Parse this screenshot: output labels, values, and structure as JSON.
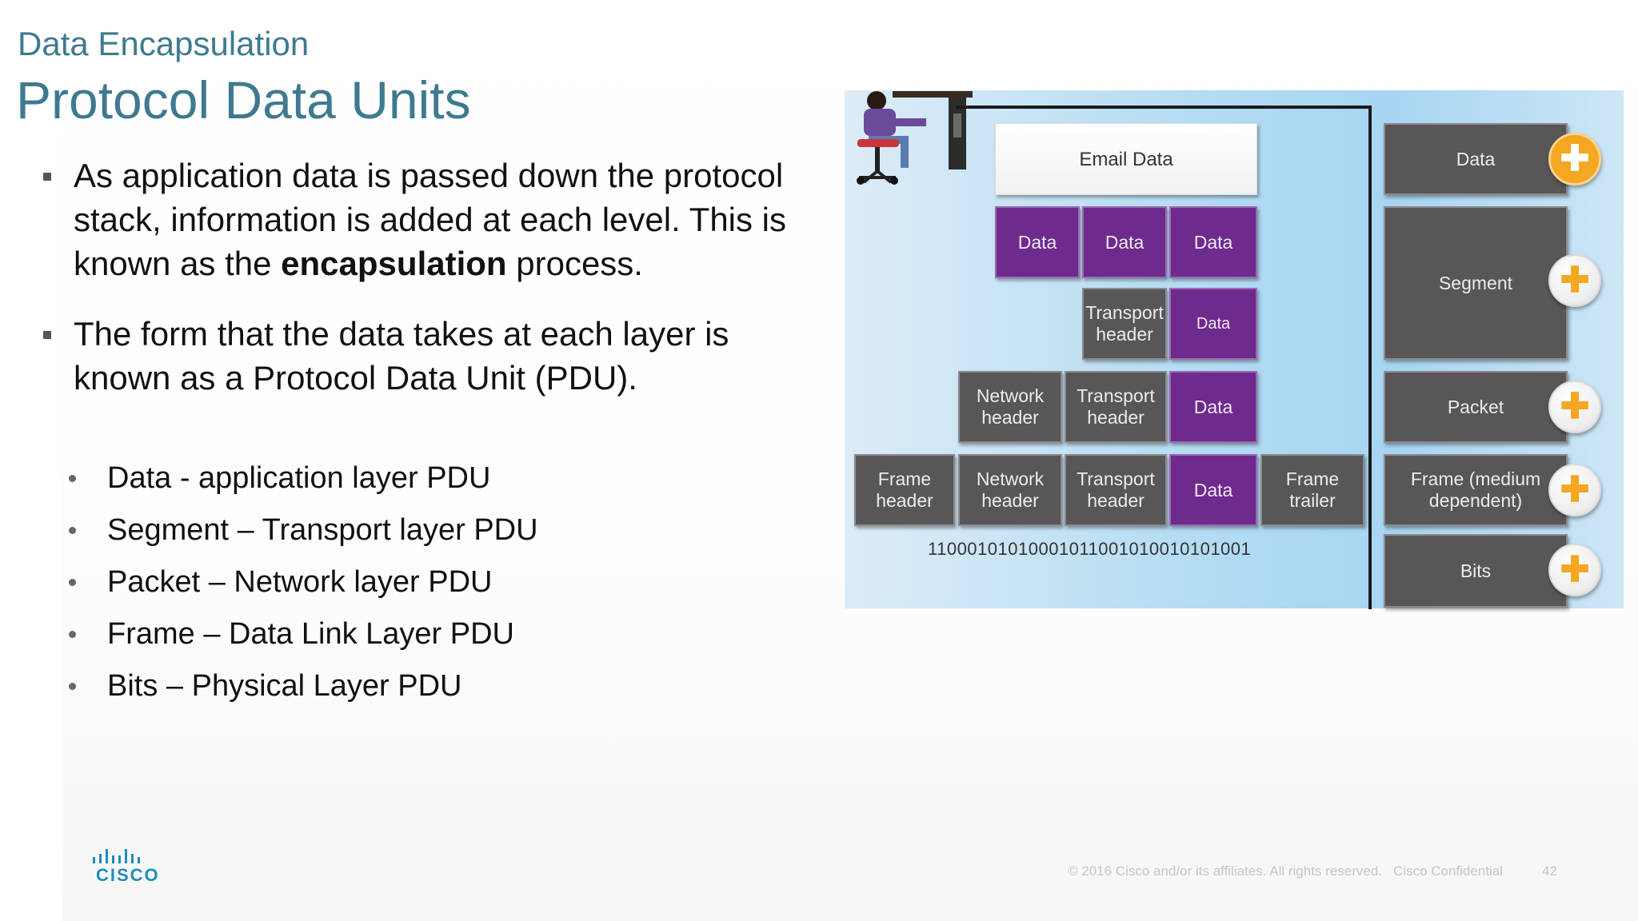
{
  "slide": {
    "subtitle": "Data Encapsulation",
    "title": "Protocol Data Units"
  },
  "bullets": {
    "first": {
      "text_before": "As application data is passed down the protocol stack, information is added at each level. This is known as the ",
      "bold": "encapsulation",
      "text_after": " process."
    },
    "second": "The form that the data takes at each layer is known as a Protocol Data Unit (PDU).",
    "subitems": [
      "Data - application layer PDU",
      "Segment – Transport layer PDU",
      "Packet – Network layer PDU",
      "Frame – Data Link Layer PDU",
      "Bits – Physical Layer PDU"
    ]
  },
  "diagram": {
    "email_data": "Email Data",
    "data": "Data",
    "transport_header": "Transport header",
    "network_header": "Network header",
    "frame_header": "Frame header",
    "frame_trailer": "Frame trailer",
    "bits": "11000101010001011001010010101001",
    "pdu_labels": {
      "data": "Data",
      "segment": "Segment",
      "packet": "Packet",
      "frame": "Frame (medium dependent)",
      "bits": "Bits"
    },
    "plus_symbol": "✚",
    "colors": {
      "purple": "#6e2a8c",
      "gray": "#585657",
      "orange": "#f5a623"
    }
  },
  "footer": {
    "logo_text": "CISCO",
    "copyright": "© 2016  Cisco and/or its affiliates. All rights reserved.",
    "confidential": "Cisco Confidential",
    "page": "42"
  }
}
